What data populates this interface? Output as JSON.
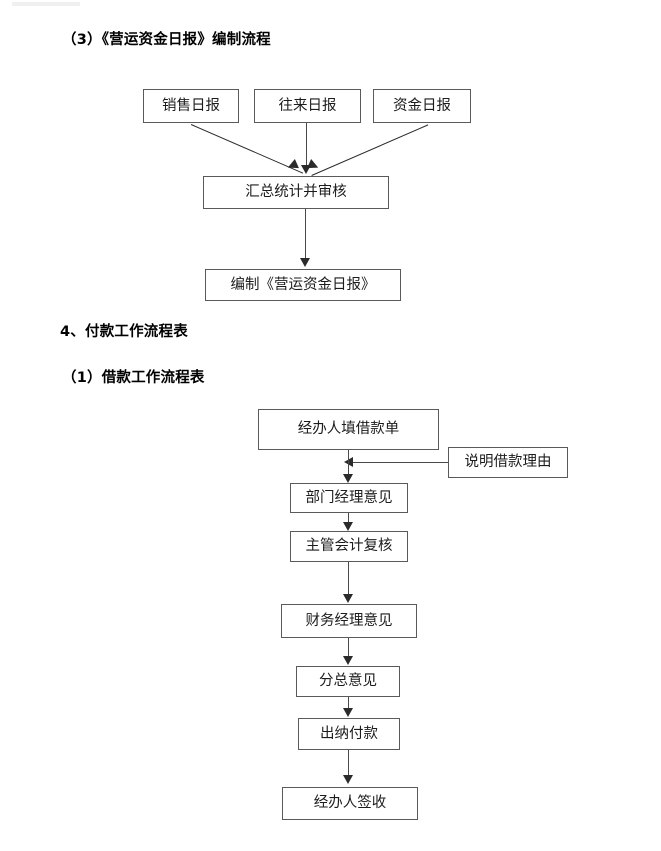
{
  "document": {
    "headings": [
      {
        "id": "h-3",
        "text": "（3）《营运资金日报》编制流程"
      },
      {
        "id": "h-4",
        "text": "4、付款工作流程表"
      },
      {
        "id": "h-4-1",
        "text": "（1）借款工作流程表"
      }
    ]
  },
  "chart_data": [
    {
      "type": "diagram",
      "title": "（3）《营运资金日报》编制流程",
      "nodes": [
        {
          "id": "n1",
          "label": "销售日报"
        },
        {
          "id": "n2",
          "label": "往来日报"
        },
        {
          "id": "n3",
          "label": "资金日报"
        },
        {
          "id": "n4",
          "label": "汇总统计并审核"
        },
        {
          "id": "n5",
          "label": "编制《营运资金日报》"
        }
      ],
      "edges": [
        {
          "from": "n1",
          "to": "n4",
          "style": "diagonal-arrow"
        },
        {
          "from": "n2",
          "to": "n4",
          "style": "vertical-arrow"
        },
        {
          "from": "n3",
          "to": "n4",
          "style": "diagonal-arrow"
        },
        {
          "from": "n4",
          "to": "n5",
          "style": "vertical-arrow"
        }
      ]
    },
    {
      "type": "diagram",
      "title": "（1）借款工作流程表",
      "nodes": [
        {
          "id": "m1",
          "label": "经办人填借款单"
        },
        {
          "id": "m2",
          "label": "说明借款理由"
        },
        {
          "id": "m3",
          "label": "部门经理意见"
        },
        {
          "id": "m4",
          "label": "主管会计复核"
        },
        {
          "id": "m5",
          "label": "财务经理意见"
        },
        {
          "id": "m6",
          "label": "分总意见"
        },
        {
          "id": "m7",
          "label": "出纳付款"
        },
        {
          "id": "m8",
          "label": "经办人签收"
        }
      ],
      "edges": [
        {
          "from": "m1",
          "to": "m3",
          "style": "vertical-arrow"
        },
        {
          "from": "m2",
          "to": "m1",
          "style": "horizontal-arrow-left"
        },
        {
          "from": "m3",
          "to": "m4",
          "style": "vertical-arrow"
        },
        {
          "from": "m4",
          "to": "m5",
          "style": "vertical-arrow"
        },
        {
          "from": "m5",
          "to": "m6",
          "style": "vertical-arrow"
        },
        {
          "from": "m6",
          "to": "m7",
          "style": "vertical-arrow"
        },
        {
          "from": "m7",
          "to": "m8",
          "style": "vertical-arrow"
        }
      ]
    }
  ],
  "flow1": {
    "box_sales": "销售日报",
    "box_current": "往来日报",
    "box_funds": "资金日报",
    "box_summary": "汇总统计并审核",
    "box_compile": "编制《营运资金日报》"
  },
  "flow2": {
    "box_fill_form": "经办人填借款单",
    "box_reason": "说明借款理由",
    "box_dept_manager": "部门经理意见",
    "box_chief_accountant": "主管会计复核",
    "box_finance_manager": "财务经理意见",
    "box_general": "分总意见",
    "box_cashier": "出纳付款",
    "box_receipt": "经办人签收"
  }
}
